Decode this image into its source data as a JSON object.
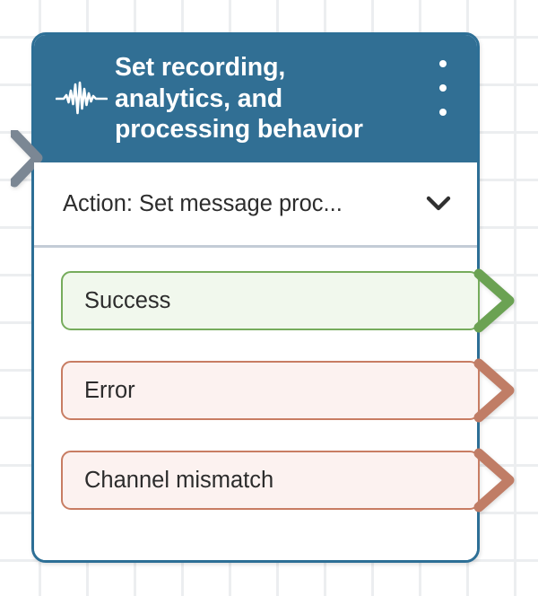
{
  "canvas": {
    "background_color": "#ffffff",
    "grid_line_color": "#eceef0"
  },
  "node": {
    "border_color": "#2d6f96",
    "header": {
      "background_color": "#316f94",
      "icon": "waveform-icon",
      "title": "Set recording,\nanalytics, and\nprocessing behavior",
      "menu_icon": "kebab-menu-icon"
    },
    "input_port": {
      "icon": "input-connector-chevron-icon",
      "color": "#7b8794"
    },
    "action": {
      "label": "Action: Set message proc...",
      "chevron_icon": "chevron-down-icon"
    },
    "outputs": [
      {
        "label": "Success",
        "status": "success",
        "border_color": "#76ac5c",
        "background_color": "#f1f8ed",
        "arrow_color": "#6ba253",
        "arrow_icon": "output-connector-chevron-icon"
      },
      {
        "label": "Error",
        "status": "error",
        "border_color": "#c87d63",
        "background_color": "#fcf2f0",
        "arrow_color": "#c07d66",
        "arrow_icon": "output-connector-chevron-icon"
      },
      {
        "label": "Channel mismatch",
        "status": "error",
        "border_color": "#c87d63",
        "background_color": "#fcf2f0",
        "arrow_color": "#c07d66",
        "arrow_icon": "output-connector-chevron-icon"
      }
    ]
  }
}
